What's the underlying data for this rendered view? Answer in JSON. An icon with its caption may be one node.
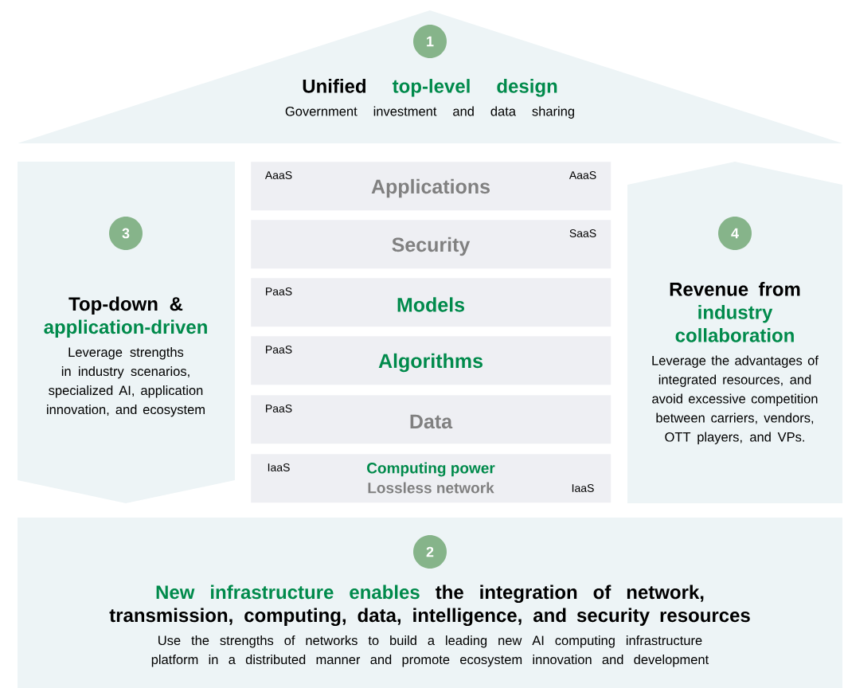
{
  "diagram": {
    "nodes": [
      {
        "text": [
          "Unified",
          "top-level design",
          "Government investment and data sharing"
        ]
      },
      {
        "text": [
          "1"
        ],
        "in": 0
      },
      {
        "text": [
          "Top-down &",
          "application-driven",
          "Leverage strengths in industry scenarios, specialized AI, application innovation, and ecosystem"
        ]
      },
      {
        "text": [
          "3"
        ],
        "in": 2
      },
      {
        "text": [
          "AaaS",
          "Applications",
          "AaaS"
        ]
      },
      {
        "text": [
          "Security",
          "SaaS"
        ]
      },
      {
        "text": [
          "PaaS",
          "Models"
        ]
      },
      {
        "text": [
          "PaaS",
          "Algorithms"
        ]
      },
      {
        "text": [
          "PaaS",
          "Data"
        ]
      },
      {
        "text": [
          "IaaS",
          "Computing power",
          "Lossless network",
          "IaaS"
        ]
      },
      {
        "text": [
          "Revenue from",
          "industry collaboration",
          "Leverage the advantages of integrated resources, and avoid excessive competition between carriers, vendors, OTT players, and VPs."
        ]
      },
      {
        "text": [
          "4"
        ],
        "in": 10
      },
      {
        "text": [
          "New infrastructure enables",
          "the integration of network, transmission, computing, data, intelligence, and security resources",
          "Use the strengths of networks to build a leading new AI computing infrastructure platform in a distributed manner and promote ecosystem innovation and development"
        ]
      },
      {
        "text": [
          "2"
        ],
        "in": 12
      }
    ]
  }
}
